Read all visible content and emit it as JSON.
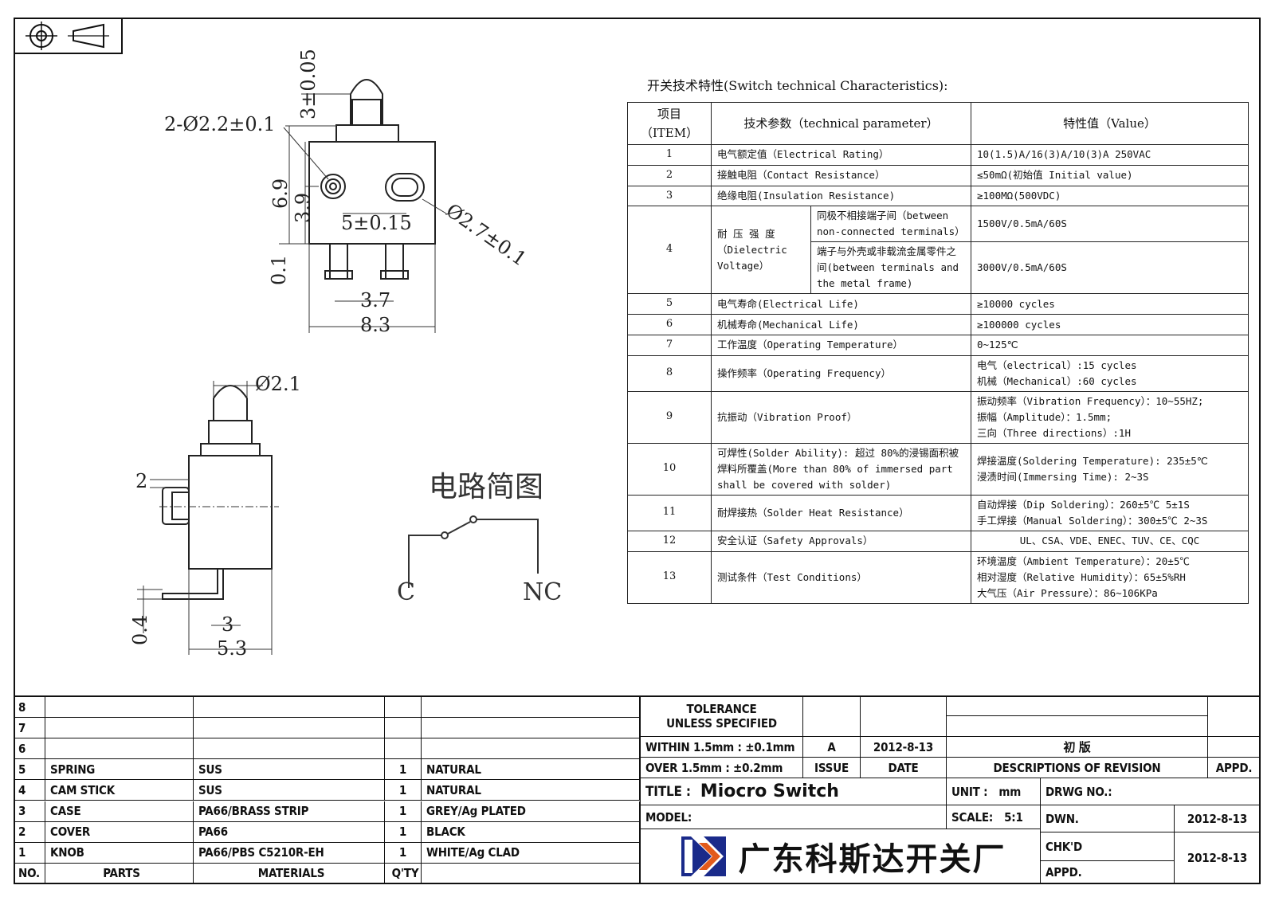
{
  "drawing": {
    "dims_top": [
      "2-Ø2.2±0.1",
      "3±0.05",
      "6.9",
      "3.9",
      "5±0.15",
      "Ø2.7±0.1",
      "0.1",
      "3.7",
      "8.3"
    ],
    "dims_side": [
      "Ø2.1",
      "2",
      "0.4",
      "3",
      "5.3"
    ]
  },
  "circuit": {
    "title": "电路简图",
    "label_c": "C",
    "label_nc": "NC"
  },
  "spec": {
    "title": "开关技术特性(Switch technical Characteristics):",
    "header": {
      "item": "项目（ITEM）",
      "param": "技术参数（technical parameter）",
      "value": "特性值（Value）"
    },
    "rows": [
      {
        "no": "1",
        "param": "电气额定值（Electrical Rating）",
        "value": "10(1.5)A/16(3)A/10(3)A  250VAC"
      },
      {
        "no": "2",
        "param": "接触电阻（Contact  Resistance）",
        "value": "≤50mΩ(初始值 Initial value)"
      },
      {
        "no": "3",
        "param": "绝缘电阻(Insulation Resistance)",
        "value": "≥100MΩ(500VDC)"
      },
      {
        "no": "4",
        "param": "耐 压 强 度（Dielectric Voltage）",
        "sub1": "同极不相接端子间（between non-connected terminals）",
        "val1": "1500V/0.5mA/60S",
        "sub2": "端子与外壳或非载流金属零件之间(between terminals and the metal frame)",
        "val2": "3000V/0.5mA/60S"
      },
      {
        "no": "5",
        "param": "电气寿命(Electrical Life)",
        "value": "≥10000 cycles"
      },
      {
        "no": "6",
        "param": "机械寿命(Mechanical Life)",
        "value": "≥100000 cycles"
      },
      {
        "no": "7",
        "param": "工作温度（Operating Temperature）",
        "value": "0~125℃"
      },
      {
        "no": "8",
        "param": "操作频率（Operating Frequency）",
        "value1": "电气（electrical）:15 cycles",
        "value2": "机械（Mechanical）:60 cycles"
      },
      {
        "no": "9",
        "param": "抗振动（Vibration Proof）",
        "value1": "振动频率（Vibration Frequency）：10~55HZ;",
        "value2": "振幅（Amplitude）：1.5mm;",
        "value3": "三向（Three directions）:1H"
      },
      {
        "no": "10",
        "param": "可焊性(Solder Ability): 超过 80%的浸锡面积被焊料所覆盖(More than 80% of immersed part shall be covered with solder)",
        "value1": "焊接温度(Soldering Temperature): 235±5℃",
        "value2": "浸渍时间(Immersing Time): 2~3S"
      },
      {
        "no": "11",
        "param": "耐焊接热（Solder Heat Resistance）",
        "value1": "自动焊接（Dip Soldering）：260±5℃ 5±1S",
        "value2": "手工焊接（Manual Soldering）：300±5℃ 2~3S"
      },
      {
        "no": "12",
        "param": "安全认证（Safety Approvals）",
        "value": "UL、CSA、VDE、ENEC、TUV、CE、CQC"
      },
      {
        "no": "13",
        "param": "测试条件（Test Conditions）",
        "value1": "环境温度（Ambient Temperature）：20±5℃",
        "value2": "相对湿度（Relative Humidity）：65±5%RH",
        "value3": "大气压（Air Pressure）：86~106KPa"
      }
    ]
  },
  "bom": {
    "rows": [
      {
        "no": "8",
        "part": "",
        "material": "",
        "qty": "",
        "finish": ""
      },
      {
        "no": "7",
        "part": "",
        "material": "",
        "qty": "",
        "finish": ""
      },
      {
        "no": "6",
        "part": "",
        "material": "",
        "qty": "",
        "finish": ""
      },
      {
        "no": "5",
        "part": "SPRING",
        "material": "SUS",
        "qty": "1",
        "finish": "NATURAL"
      },
      {
        "no": "4",
        "part": "CAM STICK",
        "material": "SUS",
        "qty": "1",
        "finish": "NATURAL"
      },
      {
        "no": "3",
        "part": "CASE",
        "material": "PA66/BRASS STRIP",
        "qty": "1",
        "finish": "GREY/Ag PLATED"
      },
      {
        "no": "2",
        "part": "COVER",
        "material": "PA66",
        "qty": "1",
        "finish": "BLACK"
      },
      {
        "no": "1",
        "part": "KNOB",
        "material": "PA66/PBS C5210R-EH",
        "qty": "1",
        "finish": "WHITE/Ag CLAD"
      }
    ],
    "header": {
      "no": "NO.",
      "part": "PARTS",
      "material": "MATERIALS",
      "qty": "Q'TY"
    }
  },
  "title_block": {
    "tolerance1": "TOLERANCE",
    "tolerance2": "UNLESS  SPECIFIED",
    "within": "WITHIN 1.5mm : ±0.1mm",
    "over": "OVER 1.5mm : ±0.2mm",
    "issue_val": "A",
    "date_val": "2012-8-13",
    "revision_desc": "初  版",
    "issue_label": "ISSUE",
    "date_label": "DATE",
    "desc_label": "DESCRIPTIONS OF REVISION",
    "appd_label": "APPD.",
    "title_label": "TITLE :",
    "title_value": "Miocro Switch",
    "unit_label": "UNIT :",
    "unit_value": "mm",
    "drwg_label": "DRWG NO.:",
    "model_label": "MODEL:",
    "scale_label": "SCALE:",
    "scale_value": "5:1",
    "dwn_label": "DWN.",
    "dwn_date": "2012-8-13",
    "chkd_label": "CHK'D",
    "chkd_date": "2012-8-13",
    "appd2_label": "APPD.",
    "company": "广东科斯达开关厂"
  }
}
